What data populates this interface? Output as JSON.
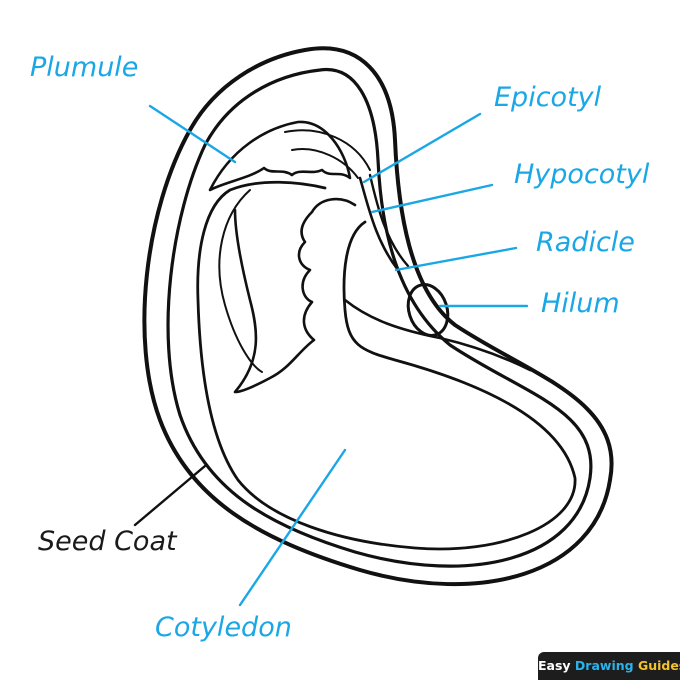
{
  "labels": {
    "plumule": "Plumule",
    "epicotyl": "Epicotyl",
    "hypocotyl": "Hypocotyl",
    "radicle": "Radicle",
    "hilum": "Hilum",
    "seed_coat": "Seed Coat",
    "cotyledon": "Cotyledon"
  },
  "branding": {
    "word1": "Easy",
    "word2": "Drawing",
    "word3": "Guides"
  },
  "colors": {
    "label_blue": "#1aa7e6",
    "outline": "#111111",
    "badge_bg": "#1d1d1d",
    "badge_accent_blue": "#2ab3ea",
    "badge_accent_yellow": "#f2c230"
  }
}
